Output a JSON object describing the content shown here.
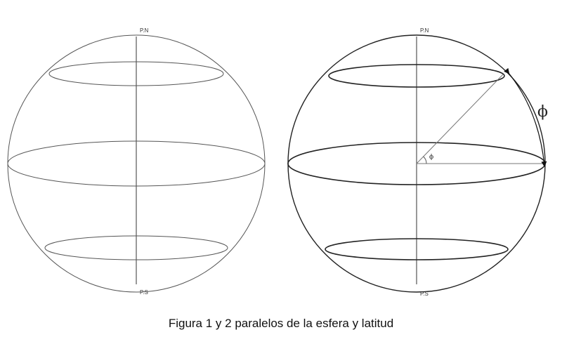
{
  "figure1": {
    "north_label": "P.N",
    "south_label": "P.S"
  },
  "figure2": {
    "north_label": "P.N",
    "south_label": "P.S",
    "angle_symbol_large": "ϕ",
    "angle_symbol_small": "ϕ"
  },
  "caption": "Figura 1 y 2 paralelos de la esfera y latitud",
  "colors": {
    "figure1_stroke": "#555555",
    "figure2_stroke": "#222222",
    "construction_line": "#777777"
  }
}
